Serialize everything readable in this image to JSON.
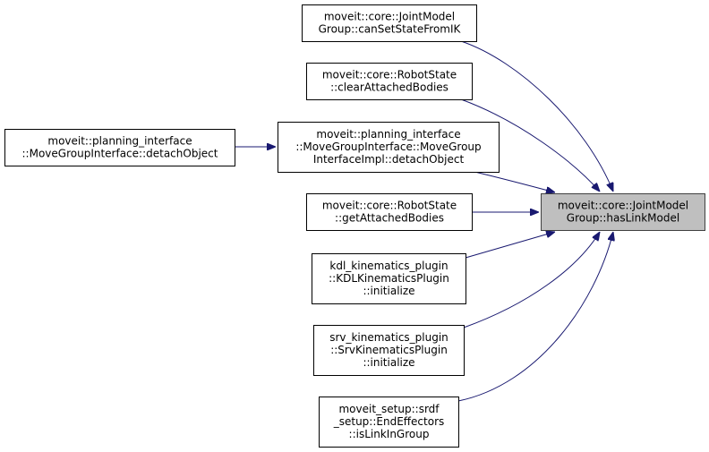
{
  "diagram": {
    "type": "doxygen-caller-graph",
    "colors": {
      "edge": "#191970",
      "node_border": "#000000",
      "node_fill": "#ffffff",
      "focus_fill": "#bfbfbf",
      "focus_border": "#404040"
    },
    "focus_node": "hasLinkModel",
    "nodes": [
      {
        "id": "hasLinkModel",
        "lines": [
          "moveit::core::JointModel",
          "Group::hasLinkModel"
        ],
        "focus": true
      },
      {
        "id": "canSetStateFromIK",
        "lines": [
          "moveit::core::JointModel",
          "Group::canSetStateFromIK"
        ]
      },
      {
        "id": "clearAttachedBodies",
        "lines": [
          "moveit::core::RobotState",
          "::clearAttachedBodies"
        ]
      },
      {
        "id": "implDetachObject",
        "lines": [
          "moveit::planning_interface",
          "::MoveGroupInterface::MoveGroup",
          "InterfaceImpl::detachObject"
        ]
      },
      {
        "id": "mgiDetachObject",
        "lines": [
          "moveit::planning_interface",
          "::MoveGroupInterface::detachObject"
        ]
      },
      {
        "id": "getAttachedBodies",
        "lines": [
          "moveit::core::RobotState",
          "::getAttachedBodies"
        ]
      },
      {
        "id": "kdlInitialize",
        "lines": [
          "kdl_kinematics_plugin",
          "::KDLKinematicsPlugin",
          "::initialize"
        ]
      },
      {
        "id": "srvInitialize",
        "lines": [
          "srv_kinematics_plugin",
          "::SrvKinematicsPlugin",
          "::initialize"
        ]
      },
      {
        "id": "isLinkInGroup",
        "lines": [
          "moveit_setup::srdf",
          "_setup::EndEffectors",
          "::isLinkInGroup"
        ]
      }
    ],
    "edges": [
      {
        "from": "canSetStateFromIK",
        "to": "hasLinkModel"
      },
      {
        "from": "clearAttachedBodies",
        "to": "hasLinkModel"
      },
      {
        "from": "implDetachObject",
        "to": "hasLinkModel"
      },
      {
        "from": "getAttachedBodies",
        "to": "hasLinkModel"
      },
      {
        "from": "kdlInitialize",
        "to": "hasLinkModel"
      },
      {
        "from": "srvInitialize",
        "to": "hasLinkModel"
      },
      {
        "from": "isLinkInGroup",
        "to": "hasLinkModel"
      },
      {
        "from": "mgiDetachObject",
        "to": "implDetachObject"
      }
    ]
  }
}
